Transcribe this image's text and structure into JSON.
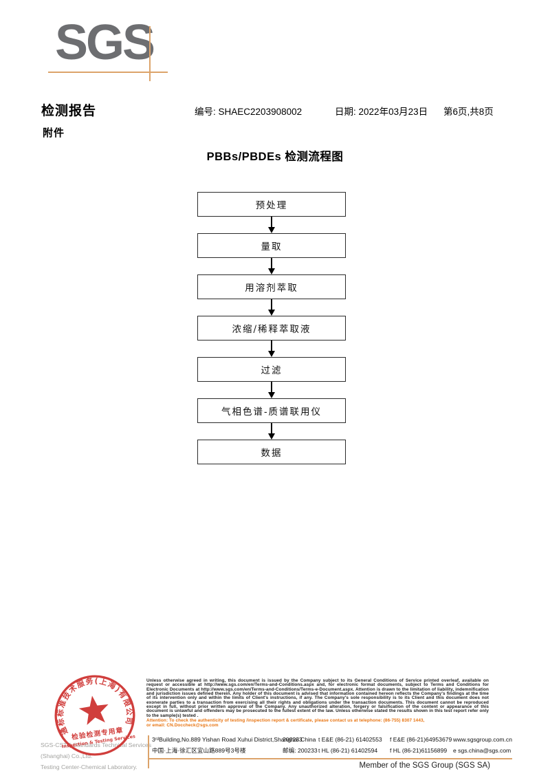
{
  "colors": {
    "accent_tan": "#dca36a",
    "stamp_red": "#cc2a28",
    "attention_orange": "#e8730f",
    "logo_gray": "#6d6e71"
  },
  "logo": {
    "text": "SGS"
  },
  "header": {
    "report_title": "检测报告",
    "report_no": {
      "label": "编号:",
      "value": "SHAEC2203908002"
    },
    "date": {
      "label": "日期:",
      "value": "2022年03月23日"
    },
    "page_info": "第6页,共8页",
    "attachment_label": "附件"
  },
  "flowchart": {
    "title": "PBBs/PBDEs 检测流程图",
    "steps": [
      "预处理",
      "量取",
      "用溶剂萃取",
      "浓缩/稀释萃取液",
      "过滤",
      "气相色谱-质谱联用仪",
      "数据"
    ]
  },
  "stamp": {
    "arc_text": "通标标准技术服务(上海)有限公司",
    "center_line1": "检验检测专用章",
    "center_line2": "Inspection & Testing Services"
  },
  "company": {
    "line1": "SGS-CSTC Standards Technical Services (Shanghai) Co.,Ltd.",
    "line2": "Testing Center-Chemical Laboratory."
  },
  "legal": {
    "paragraph": "Unless otherwise agreed in writing, this document is issued by the Company subject to its General Conditions of Service printed overleaf, available on request or accessible at http://www.sgs.com/en/Terms-and-Conditions.aspx and, for electronic format documents, subject to Terms and Conditions for Electronic Documents at http://www.sgs.com/en/Terms-and-Conditions/Terms-e-Document.aspx. Attention is drawn to the limitation of liability, indemnification and jurisdiction issues defined therein. Any holder of this document is advised that information contained hereon reflects the Company's findings at the time of its intervention only and within the limits of Client's instructions, if any. The Company's sole responsibility is to its Client and this document does not exonerate parties to a transaction from exercising all their rights and obligations under the transaction documents. This document cannot be reproduced except in full, without prior written approval of the Company. Any unauthorized alteration, forgery or falsification of the content or appearance of this document is unlawful and offenders may be prosecuted to the fullest extent of the law. Unless otherwise stated the results shown in this test report refer only to the sample(s) tested .",
    "attention_line1": "Attention: To check the authenticity of testing /inspection report & certificate, please contact us at telephone: (86-755) 8307 1443,",
    "attention_line2": "or email: CN.Doccheck@sgs.com"
  },
  "address": {
    "en_street": "3ʳᵈBuilding,No.889 Yishan Road Xuhui District,Shanghai China",
    "en_postcode": "200233",
    "cn_street": "中国·上海·徐汇区宜山路889号3号楼",
    "cn_post": "邮编: 200233",
    "tel1": "t E&E (86-21) 61402553",
    "fax1": "f E&E (86-21)64953679",
    "web": "www.sgsgroup.com.cn",
    "tel2": "t HL (86-21) 61402594",
    "fax2": "f HL (86-21)61156899",
    "email": "e sgs.china@sgs.com"
  },
  "footer": {
    "member": "Member of the SGS Group (SGS SA)"
  }
}
